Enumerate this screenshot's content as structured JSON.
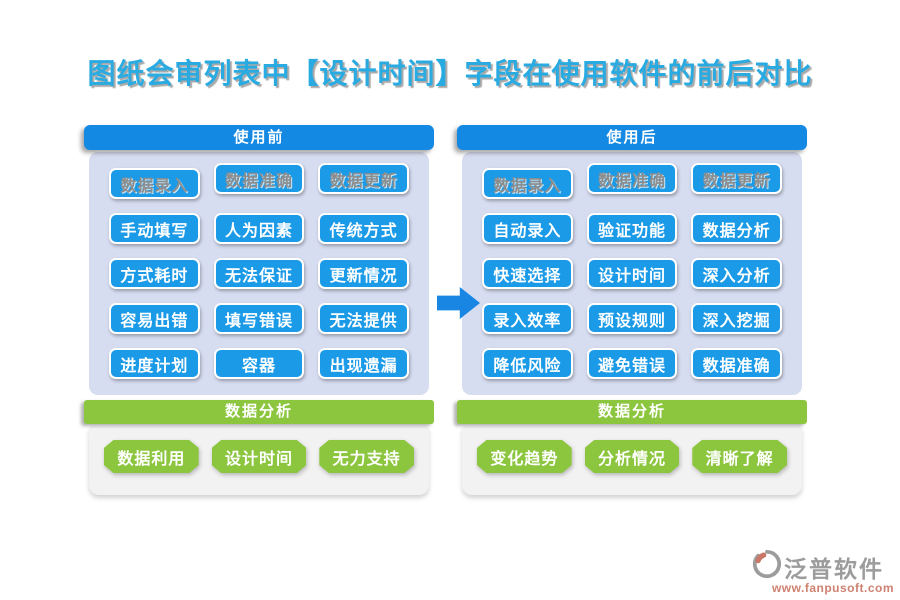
{
  "title": "图纸会审列表中【设计时间】字段在使用软件的前后对比",
  "panels": [
    {
      "header": "使用前",
      "buttons": [
        "数据录入",
        "数据准确",
        "数据更新",
        "手动填写",
        "人为因素",
        "传统方式",
        "方式耗时",
        "无法保证",
        "更新情况",
        "容易出错",
        "填写错误",
        "无法提供",
        "进度计划",
        "容器",
        "出现遗漏"
      ],
      "footer_header": "数据分析",
      "footer_buttons": [
        "数据利用",
        "设计时间",
        "无力支持"
      ]
    },
    {
      "header": "使用后",
      "buttons": [
        "数据录入",
        "数据准确",
        "数据更新",
        "自动录入",
        "验证功能",
        "数据分析",
        "快速选择",
        "设计时间",
        "深入分析",
        "录入效率",
        "预设规则",
        "深入挖掘",
        "降低风险",
        "避免错误",
        "数据准确"
      ],
      "footer_header": "数据分析",
      "footer_buttons": [
        "变化趋势",
        "分析情况",
        "清晰了解"
      ]
    }
  ],
  "footer": {
    "brand": "泛普软件",
    "url": "www.fanpusoft.com"
  },
  "colors": {
    "title": "#29ABE2",
    "header_blue": "#1489E4",
    "button_blue": "#1B9AE8",
    "panel_bg": "#D7DDF1",
    "green": "#8CC63F",
    "footer_panel_bg": "#F2F2F2",
    "arrow_blue": "#1886E2",
    "brand_gray": "#9C9C9C",
    "brand_url_color": "#CE8170"
  }
}
